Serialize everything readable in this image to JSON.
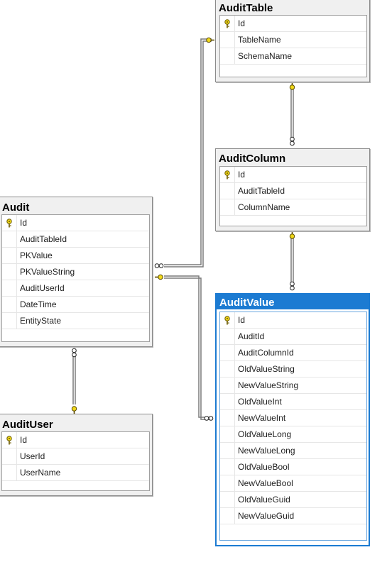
{
  "tables": {
    "audit_table": {
      "name": "AuditTable",
      "columns": [
        "Id",
        "TableName",
        "SchemaName"
      ]
    },
    "audit_column": {
      "name": "AuditColumn",
      "columns": [
        "Id",
        "AuditTableId",
        "ColumnName"
      ]
    },
    "audit": {
      "name": "Audit",
      "columns": [
        "Id",
        "AuditTableId",
        "PKValue",
        "PKValueString",
        "AuditUserId",
        "DateTime",
        "EntityState"
      ]
    },
    "audit_value": {
      "name": "AuditValue",
      "columns": [
        "Id",
        "AuditId",
        "AuditColumnId",
        "OldValueString",
        "NewValueString",
        "OldValueInt",
        "NewValueInt",
        "OldValueLong",
        "NewValueLong",
        "OldValueBool",
        "NewValueBool",
        "OldValueGuid",
        "NewValueGuid"
      ]
    },
    "audit_user": {
      "name": "AuditUser",
      "columns": [
        "Id",
        "UserId",
        "UserName"
      ]
    }
  },
  "primary_key_column": "Id",
  "selected_table": "audit_value",
  "colors": {
    "selection": "#1c7bd2",
    "key": "#f0d81a",
    "connector": "#7a7a7a"
  }
}
